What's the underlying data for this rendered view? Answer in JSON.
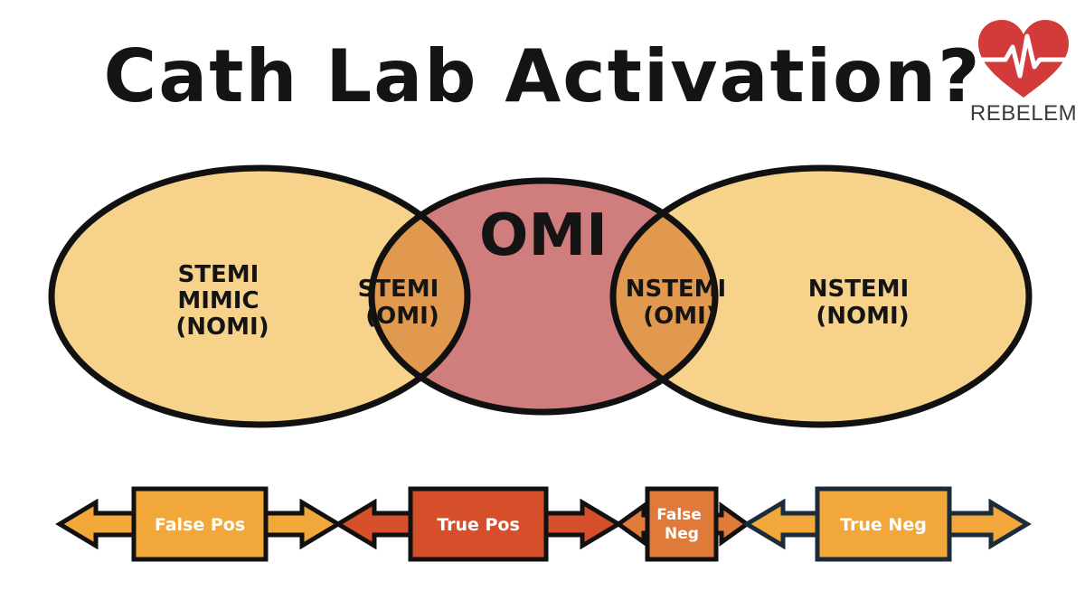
{
  "title": "Cath Lab Activation?",
  "logo": {
    "text": "REBELEM",
    "icon": "heart-ekg-icon",
    "color": "#d33a3a"
  },
  "venn": {
    "center": "OMI",
    "left_outer": [
      "STEMI",
      "MIMIC",
      "(NOMI)"
    ],
    "left_overlap": [
      "STEMI",
      "(OMI)"
    ],
    "right_overlap": [
      "NSTEMI",
      "(OMI)"
    ],
    "right_outer": [
      "NSTEMI",
      "(NOMI)"
    ]
  },
  "segments": [
    {
      "label": [
        "False Pos"
      ],
      "color": "#f2a73b"
    },
    {
      "label": [
        "True Pos"
      ],
      "color": "#d5502a"
    },
    {
      "label": [
        "False",
        "Neg"
      ],
      "color": "#e07a3a"
    },
    {
      "label": [
        "True Neg"
      ],
      "color": "#f2a73b"
    }
  ],
  "colors": {
    "outer_ellipse": "#f6d28a",
    "center_ellipse": "#d07d7e",
    "overlap": "#e0994e",
    "outline": "#111111"
  }
}
